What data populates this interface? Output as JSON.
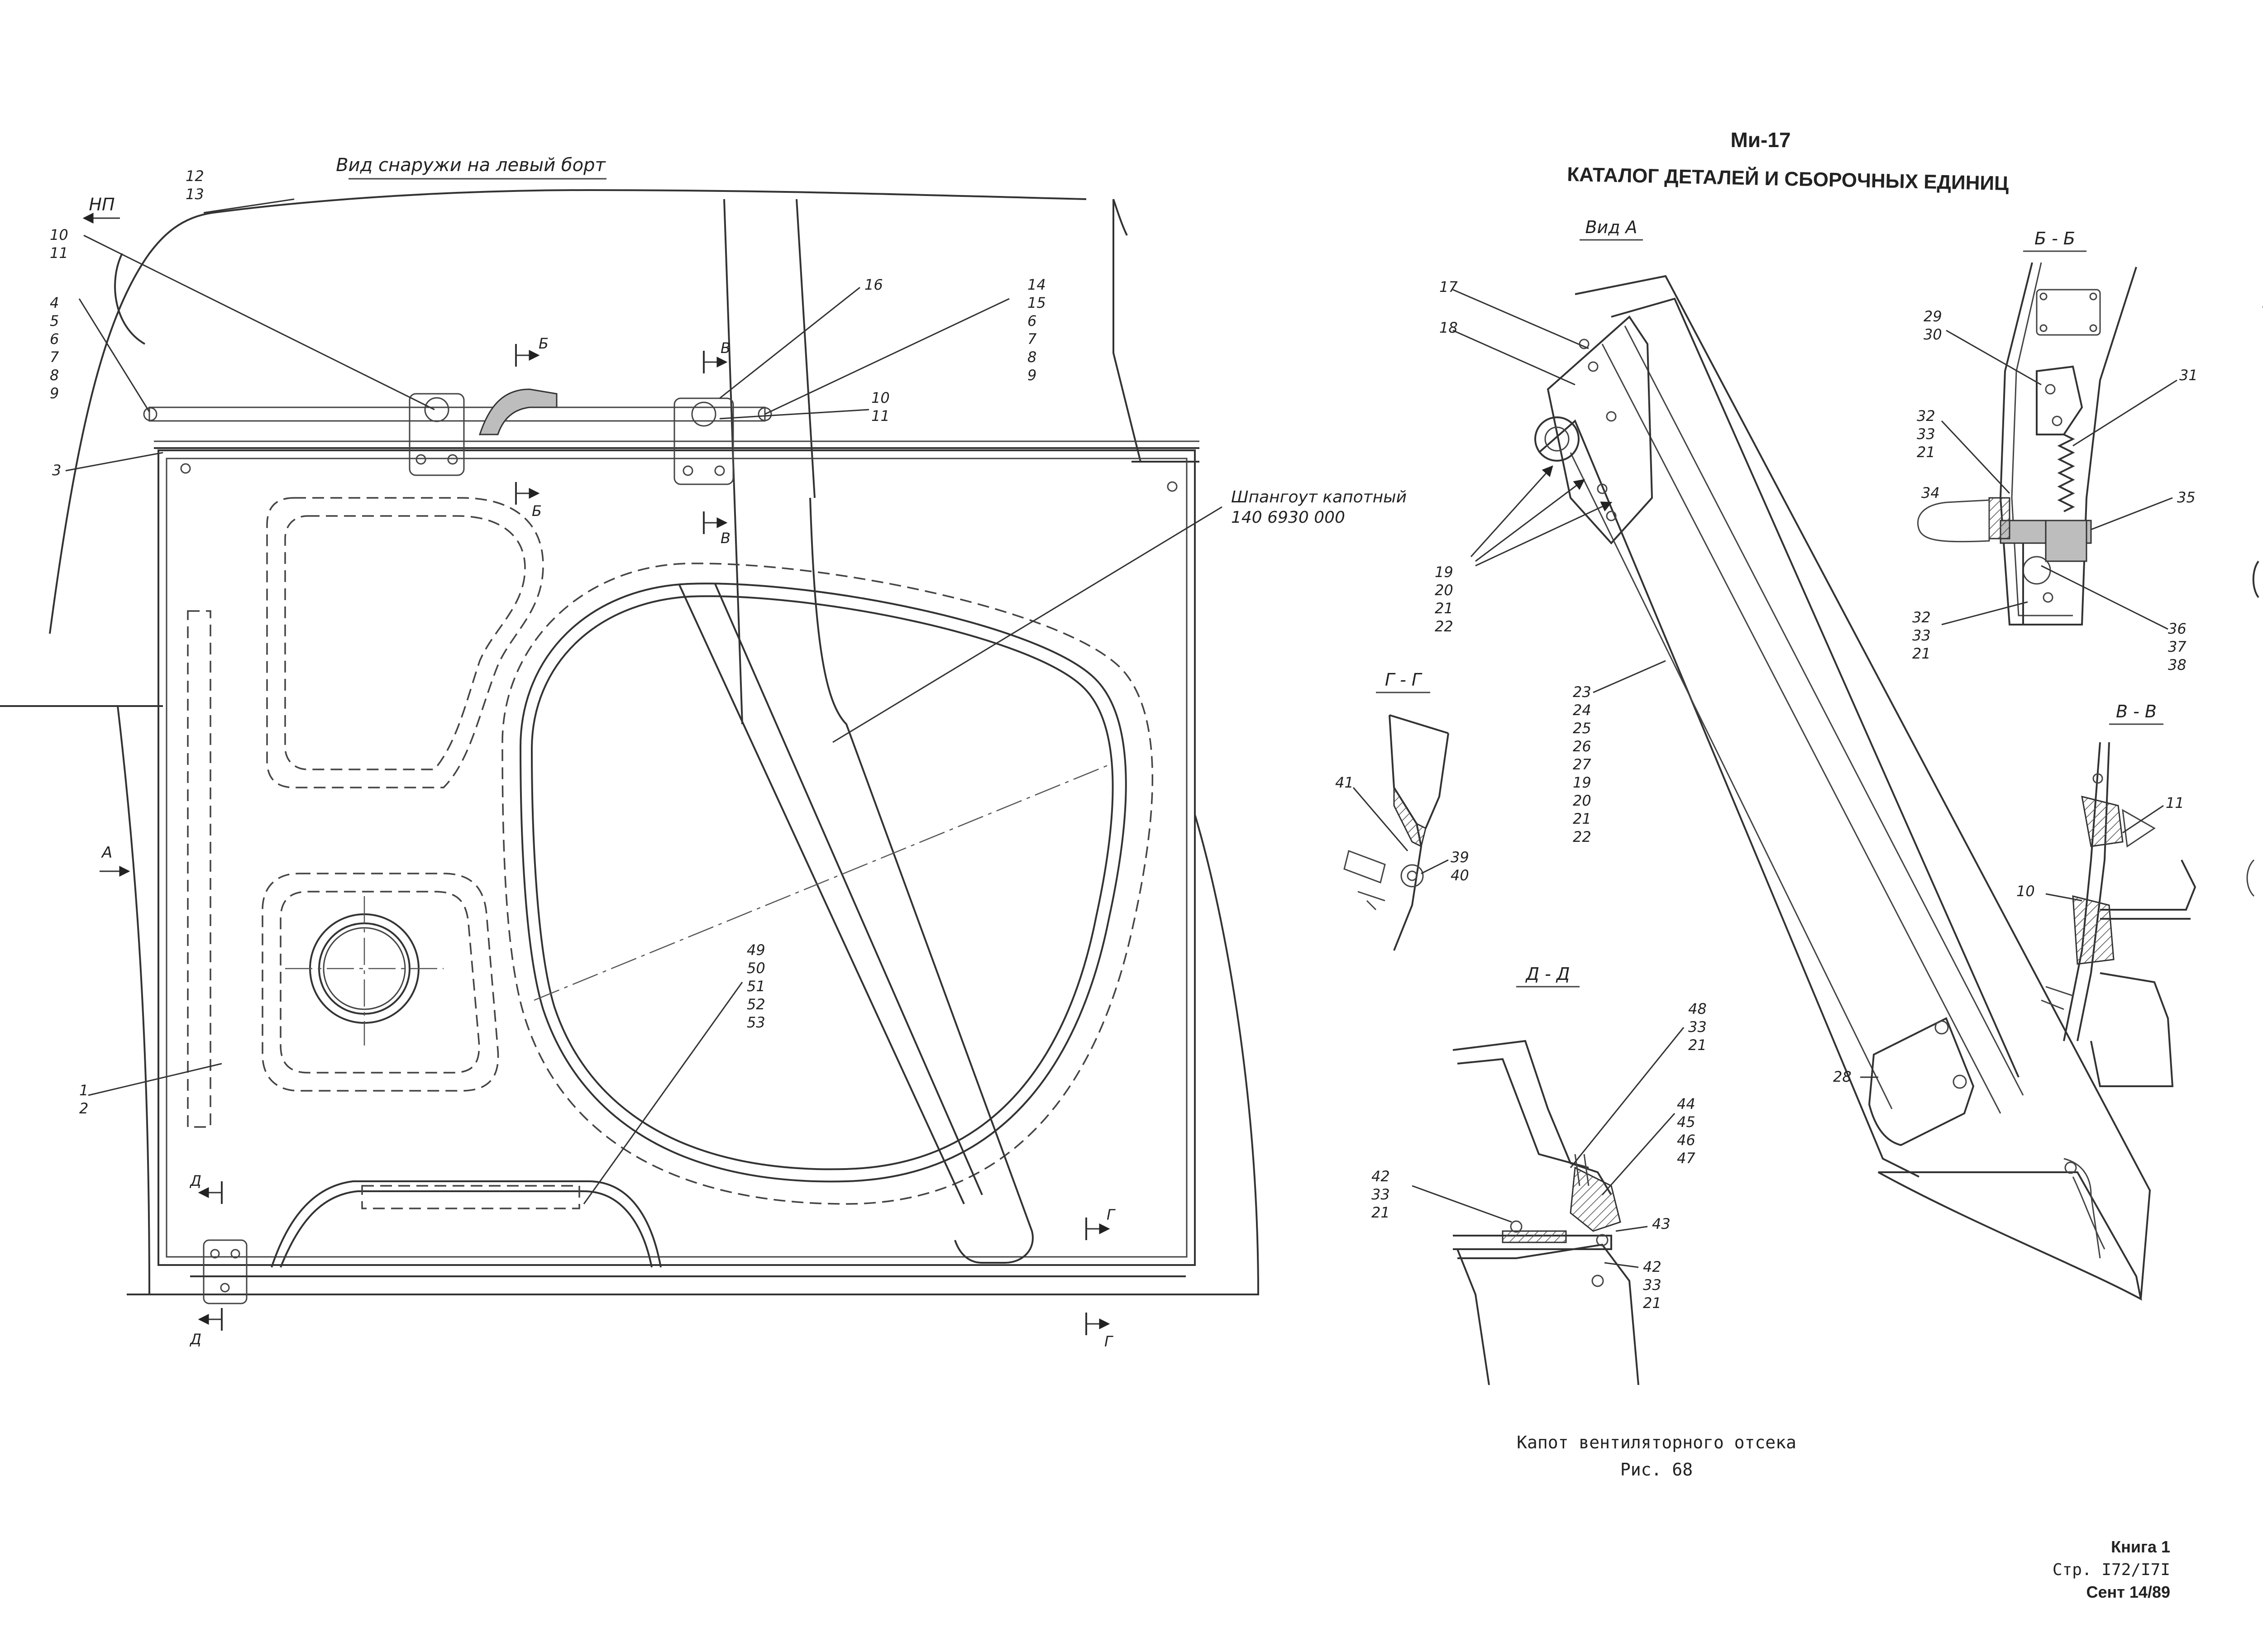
{
  "header": {
    "model": "Ми-17",
    "catalog_title": "КАТАЛОГ ДЕТАЛЕЙ И СБОРОЧНЫХ ЕДИНИЦ"
  },
  "main_view": {
    "title": "Вид снаружи на левый борт",
    "np_arrow": "НП",
    "frame_label_line1": "Шпангоут капотный",
    "frame_label_line2": "140 6930 000",
    "view_arrow_a": "А",
    "section_marks": {
      "b": "Б",
      "v": "В",
      "g": "Г",
      "d": "Д"
    },
    "callouts": {
      "c12_13": [
        "12",
        "13"
      ],
      "c10_11_left": [
        "10",
        "11"
      ],
      "c4_9": [
        "4",
        "5",
        "6",
        "7",
        "8",
        "9"
      ],
      "c3": [
        "3"
      ],
      "c16": [
        "16"
      ],
      "c14_9": [
        "14",
        "15",
        "6",
        "7",
        "8",
        "9"
      ],
      "c10_11_right": [
        "10",
        "11"
      ],
      "c1_2": [
        "1",
        "2"
      ],
      "c49_53": [
        "49",
        "50",
        "51",
        "52",
        "53"
      ]
    }
  },
  "view_a": {
    "title": "Вид А",
    "callouts": {
      "c17": [
        "17"
      ],
      "c18": [
        "18"
      ],
      "c19_22": [
        "19",
        "20",
        "21",
        "22"
      ],
      "c23_22": [
        "23",
        "24",
        "25",
        "26",
        "27",
        "19",
        "20",
        "21",
        "22"
      ],
      "c28": [
        "28"
      ]
    }
  },
  "section_bb": {
    "title": "Б - Б",
    "callouts": {
      "c29_30": [
        "29",
        "30"
      ],
      "c31": [
        "31"
      ],
      "c32_top": [
        "32",
        "33",
        "21"
      ],
      "c34": [
        "34"
      ],
      "c35": [
        "35"
      ],
      "c32_bottom": [
        "32",
        "33",
        "21"
      ],
      "c36_38": [
        "36",
        "37",
        "38"
      ]
    }
  },
  "section_gg": {
    "title": "Г - Г",
    "callouts": {
      "c41": [
        "41"
      ],
      "c39_40": [
        "39",
        "40"
      ]
    }
  },
  "section_vv": {
    "title": "В - В",
    "callouts": {
      "c11": [
        "11"
      ],
      "c10": [
        "10"
      ]
    }
  },
  "section_dd": {
    "title": "Д - Д",
    "callouts": {
      "c48": [
        "48",
        "33",
        "21"
      ],
      "c44": [
        "44",
        "45",
        "46",
        "47"
      ],
      "c42_left": [
        "42",
        "33",
        "21"
      ],
      "c43": [
        "43"
      ],
      "c42_right": [
        "42",
        "33",
        "21"
      ]
    }
  },
  "caption": {
    "line1": "Капот вентиляторного отсека",
    "line2": "Рис. 68"
  },
  "footer": {
    "book": "Книга 1",
    "page": "Стр. I72/I7I",
    "date": "Сент 14/89"
  }
}
